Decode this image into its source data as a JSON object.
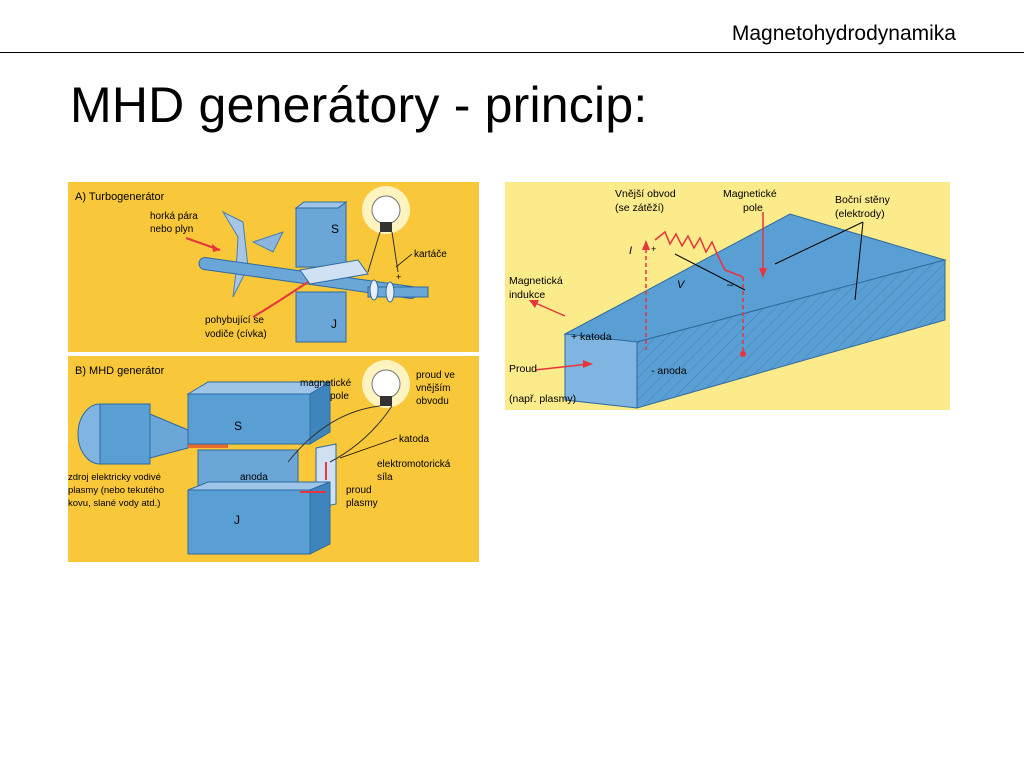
{
  "header": {
    "title": "Magnetohydrodynamika"
  },
  "slide": {
    "title": "MHD generátory - princip:"
  },
  "panel_a": {
    "title": "A) Turbogenerátor",
    "steam_label_1": "horká pára",
    "steam_label_2": "nebo plyn",
    "brushes_label": "kartáče",
    "moving_label_1": "pohybující se",
    "moving_label_2": "vodiče (cívka)",
    "pole_s": "S",
    "pole_j": "J"
  },
  "panel_b": {
    "title": "B) MHD generátor",
    "field_label_1": "magnetické",
    "field_label_2": "pole",
    "current_label_1": "proud ve",
    "current_label_2": "vnějším",
    "current_label_3": "obvodu",
    "cathode_label": "katoda",
    "emf_label_1": "elektromotorická",
    "emf_label_2": "síla",
    "anode_label": "anoda",
    "flow_label_1": "proud",
    "flow_label_2": "plasmy",
    "source_label_1": "zdroj elektricky vodivé",
    "source_label_2": "plasmy (nebo tekutého",
    "source_label_3": "kovu, slané vody atd.)",
    "pole_s": "S",
    "pole_j": "J"
  },
  "panel_c": {
    "external_1": "Vnější obvod",
    "external_2": "(se zátěží)",
    "magnetic_pole_1": "Magnetické",
    "magnetic_pole_2": "pole",
    "side_walls_1": "Boční stěny",
    "side_walls_2": "(elektrody)",
    "induction_1": "Magnetická",
    "induction_2": "indukce",
    "cathode": "+ katoda",
    "anode": "- anoda",
    "flow_1": "Proud",
    "flow_2": "(např. plasmy)",
    "symbol_i": "I",
    "symbol_v": "V",
    "symbol_plus": "+",
    "symbol_minus": "–"
  },
  "colors": {
    "panel_yellow": "#f8c83a",
    "panel_light_yellow": "#fbeb8a",
    "steel_blue": "#5a9fd3",
    "arrow_red": "#e8343c"
  }
}
